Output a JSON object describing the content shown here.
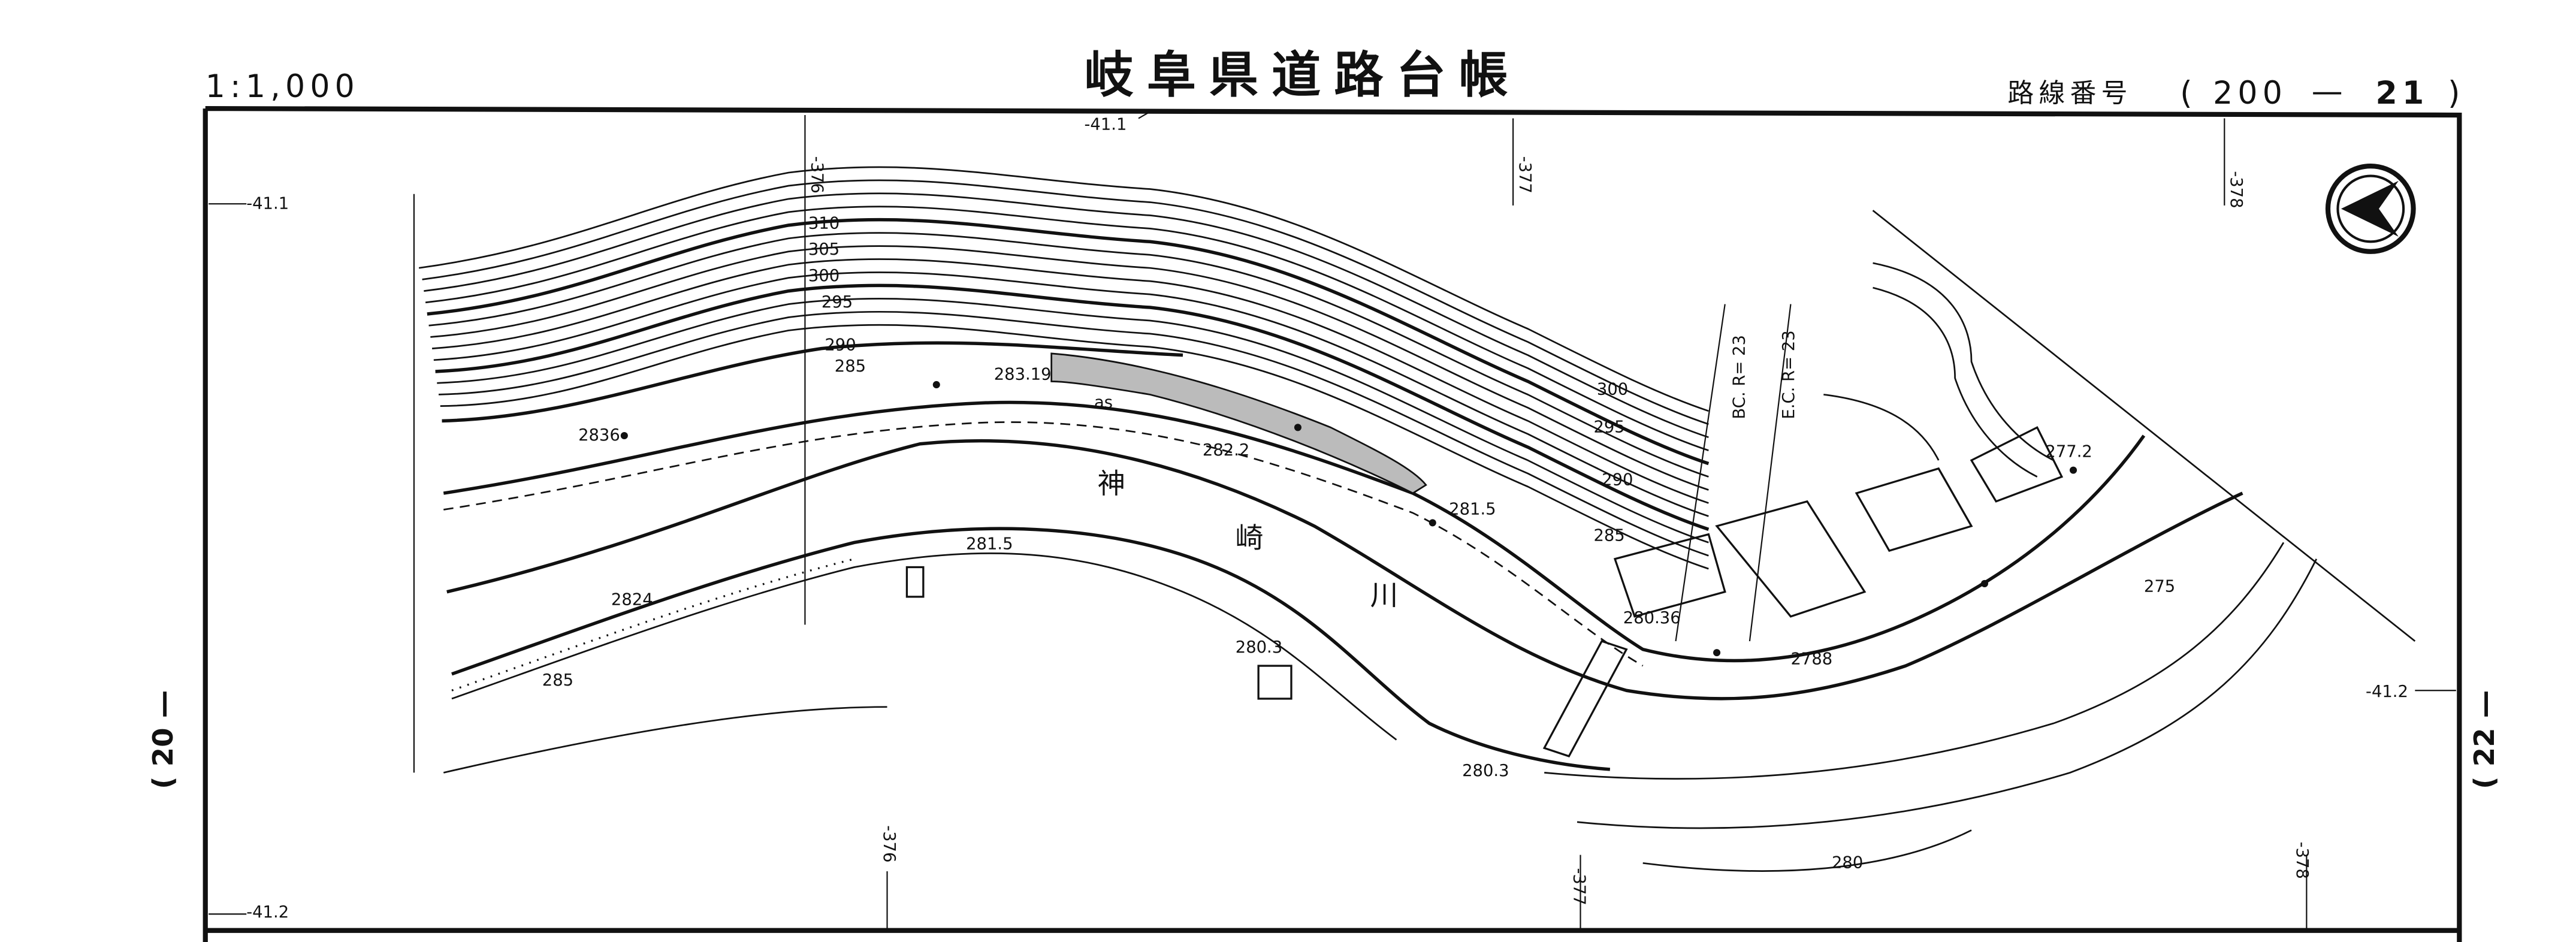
{
  "header": {
    "scale": "1:1,000",
    "title": "岐阜県道路台帳",
    "route_label": "路線番号",
    "route_open": "(",
    "route_main": "200",
    "route_dash": "—",
    "route_sub": "21",
    "route_close": ")"
  },
  "grid": {
    "top_left_y": "-41.1",
    "left_y": "-41.1",
    "right_y": "-41.2",
    "bottom_left_y": "-41.2",
    "top_x": [
      "-376",
      "-377",
      "-378"
    ],
    "bottom_x": [
      "-376",
      "-377",
      "-378"
    ]
  },
  "adjacent_sheets": {
    "left": "( 20 —",
    "right": "( 22 —"
  },
  "contours": {
    "c310": "310",
    "c305": "305",
    "c300": "300",
    "c295": "295",
    "c290": "290",
    "c285": "285",
    "e300": "300",
    "e295": "295",
    "e290": "290",
    "e285": "285",
    "s285": "285",
    "s275": "275",
    "s280": "280"
  },
  "spot_heights": [
    "283.19",
    "2836",
    "282.2",
    "281.5",
    "281.5",
    "2824",
    "280.3",
    "280.36",
    "2788",
    "280.3",
    "277.2"
  ],
  "curves": {
    "bc": "BC.  R= 23",
    "ec": "E.C.  R= 23"
  },
  "river": {
    "c1": "神",
    "c2": "崎",
    "c3": "川"
  },
  "misc": {
    "as": "as"
  },
  "north_arrow": "north-arrow"
}
